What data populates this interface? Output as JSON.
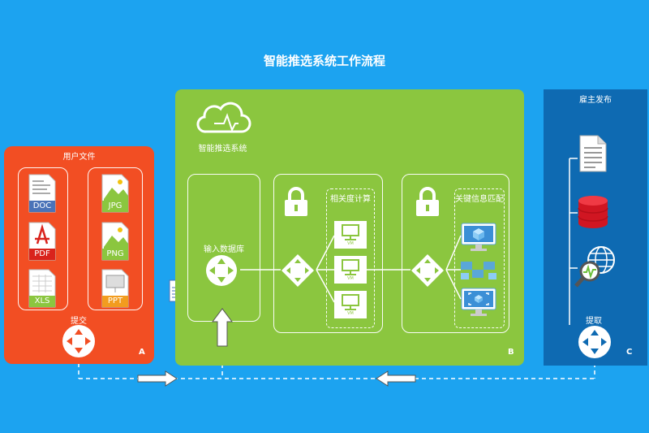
{
  "title": "智能推选系统工作流程",
  "panel_a": {
    "heading": "用户文件",
    "files_left": [
      "DOC",
      "PDF",
      "XLS"
    ],
    "files_right": [
      "JPG",
      "PNG",
      "PPT"
    ],
    "router_label": "提交",
    "letter": "A"
  },
  "panel_b": {
    "cloud_label": "智能推选系统",
    "db_label": "输入数据库",
    "calc_label": "相关度计算",
    "match_label": "关键信息匹配",
    "vm_label": "VM",
    "letter": "B"
  },
  "panel_c": {
    "heading": "雇主发布",
    "router_label": "提取",
    "letter": "C"
  },
  "colors": {
    "background": "#1ca3f0",
    "panel_a": "#f24e23",
    "panel_b": "#8bc63f",
    "panel_c": "#0e6ab2",
    "doc": "#4a73b8",
    "pdf": "#d9231c",
    "xls": "#8bc63f",
    "jpg": "#8bc63f",
    "png": "#8bc63f",
    "ppt": "#f29c1f"
  }
}
